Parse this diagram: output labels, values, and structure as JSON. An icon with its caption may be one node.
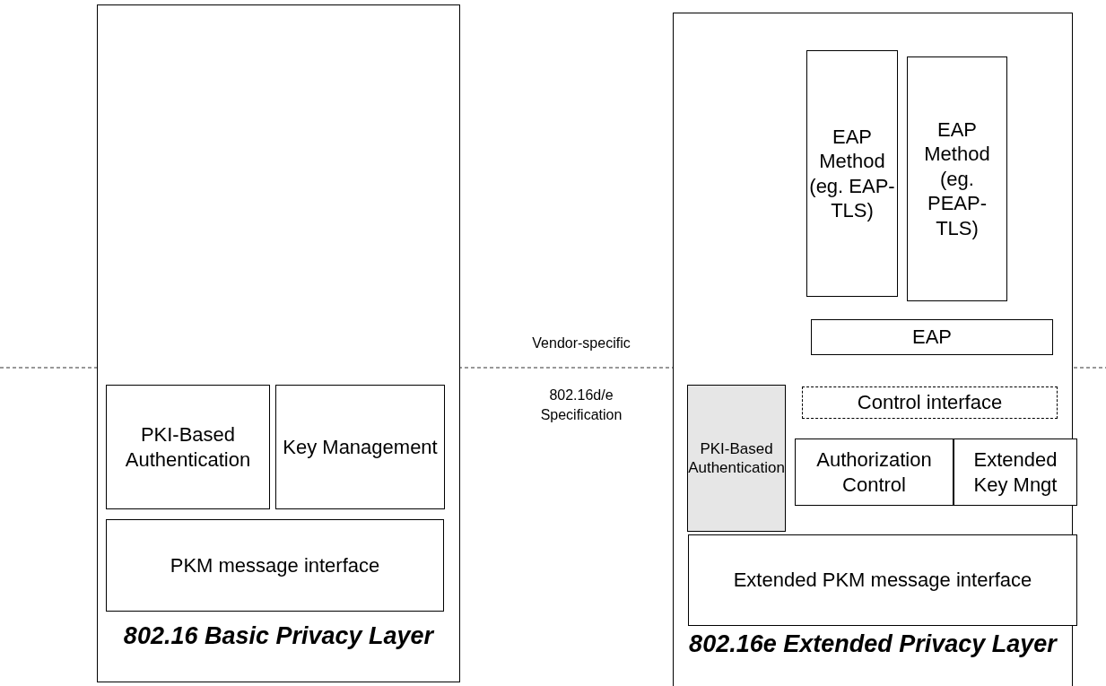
{
  "diagram": {
    "nodes": [
      {
        "text": [
          "802.16 Basic Privacy Layer"
        ]
      },
      {
        "text": [
          "PKI-Based Authentication"
        ],
        "in": 0
      },
      {
        "text": [
          "Key Management"
        ],
        "in": 0
      },
      {
        "text": [
          "PKM message interface"
        ],
        "in": 0
      },
      {
        "text": [
          "802.16e Extended Privacy Layer"
        ]
      },
      {
        "text": [
          "EAP Method (eg. EAP-TLS)"
        ],
        "in": 4
      },
      {
        "text": [
          "EAP Method (eg. PEAP-TLS)"
        ],
        "in": 4
      },
      {
        "text": [
          "EAP"
        ],
        "in": 4
      },
      {
        "text": [
          "PKI-Based Authentication"
        ],
        "in": 4
      },
      {
        "text": [
          "Control interface"
        ],
        "in": 4
      },
      {
        "text": [
          "Authorization Control"
        ],
        "in": 4
      },
      {
        "text": [
          "Extended Key Mngt"
        ],
        "in": 4
      },
      {
        "text": [
          "Extended PKM message interface"
        ],
        "in": 4
      }
    ],
    "edges": [],
    "labels": [
      "Vendor-specific",
      "802.16d/e Specification"
    ]
  }
}
